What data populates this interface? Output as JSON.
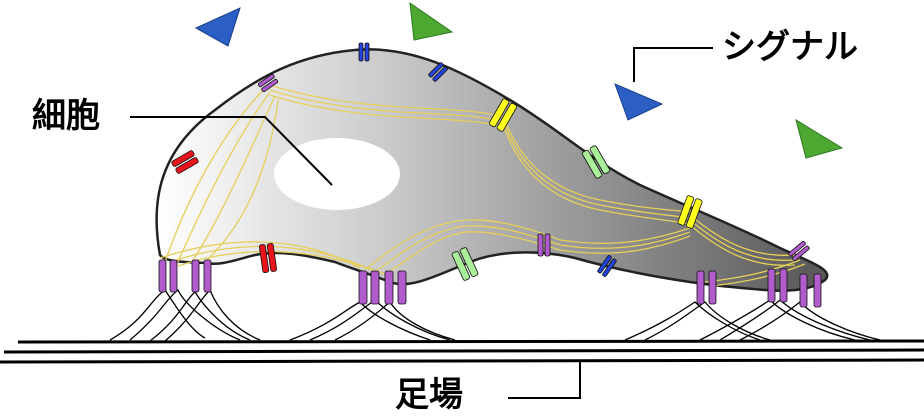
{
  "labels": {
    "cell": "細胞",
    "signal": "シグナル",
    "scaffold": "足場"
  },
  "colors": {
    "receptor_red": "#e8141c",
    "receptor_blue": "#2244dd",
    "receptor_purple": "#b05ccc",
    "receptor_yellow": "#ffff1e",
    "receptor_lightgreen": "#a9ee99",
    "signal_blue": "#2b5fc4",
    "signal_green": "#4da832",
    "fiber": "#e6cf5a",
    "cell_light": "#ffffff",
    "cell_dark": "#555555"
  }
}
